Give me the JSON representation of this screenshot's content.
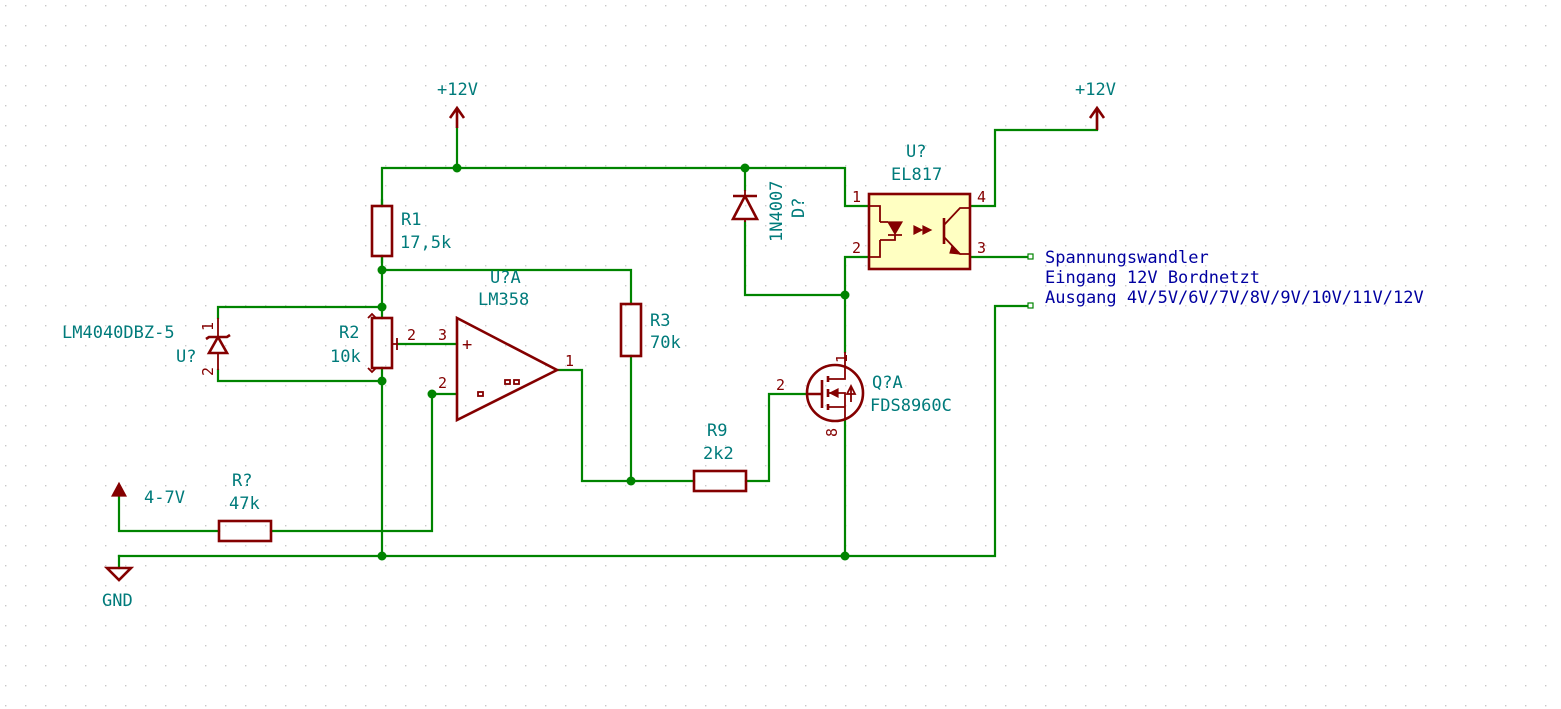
{
  "power": {
    "vcc_left": "+12V",
    "vcc_right": "+12V",
    "gnd": "GND",
    "input": "4-7V"
  },
  "components": {
    "r1": {
      "ref": "R1",
      "value": "17,5k"
    },
    "r2": {
      "ref": "R2",
      "value": "10k"
    },
    "r3": {
      "ref": "R3",
      "value": "70k"
    },
    "r9": {
      "ref": "R9",
      "value": "2k2"
    },
    "rin": {
      "ref": "R?",
      "value": "47k"
    },
    "zener": {
      "ref": "U?",
      "value": "LM4040DBZ-5"
    },
    "opamp": {
      "ref": "U?A",
      "value": "LM358"
    },
    "diode": {
      "ref": "D?",
      "value": "1N4007"
    },
    "optocoupler": {
      "ref": "U?",
      "value": "EL817"
    },
    "mosfet": {
      "ref": "Q?A",
      "value": "FDS8960C"
    }
  },
  "pins": {
    "zener_1": "1",
    "zener_2": "2",
    "r2_wiper": "2",
    "op_in_plus": "3",
    "op_in_minus": "2",
    "op_out": "1",
    "op_plus_sign": "+",
    "q_gate": "2",
    "q_drain": "1",
    "q_source": "8",
    "opto_1": "1",
    "opto_2": "2",
    "opto_3": "3",
    "opto_4": "4"
  },
  "note_lines": [
    "Spannungswandler",
    "Eingang 12V Bordnetzt",
    "Ausgang 4V/5V/6V/7V/8V/9V/10V/11V/12V"
  ],
  "colors": {
    "wire": "#008400",
    "symbol": "#840000",
    "reference_text": "#007b7b",
    "label_text": "#0000a0",
    "component_fill": "#ffffc2",
    "grid_dot": "#c8c8c8"
  }
}
